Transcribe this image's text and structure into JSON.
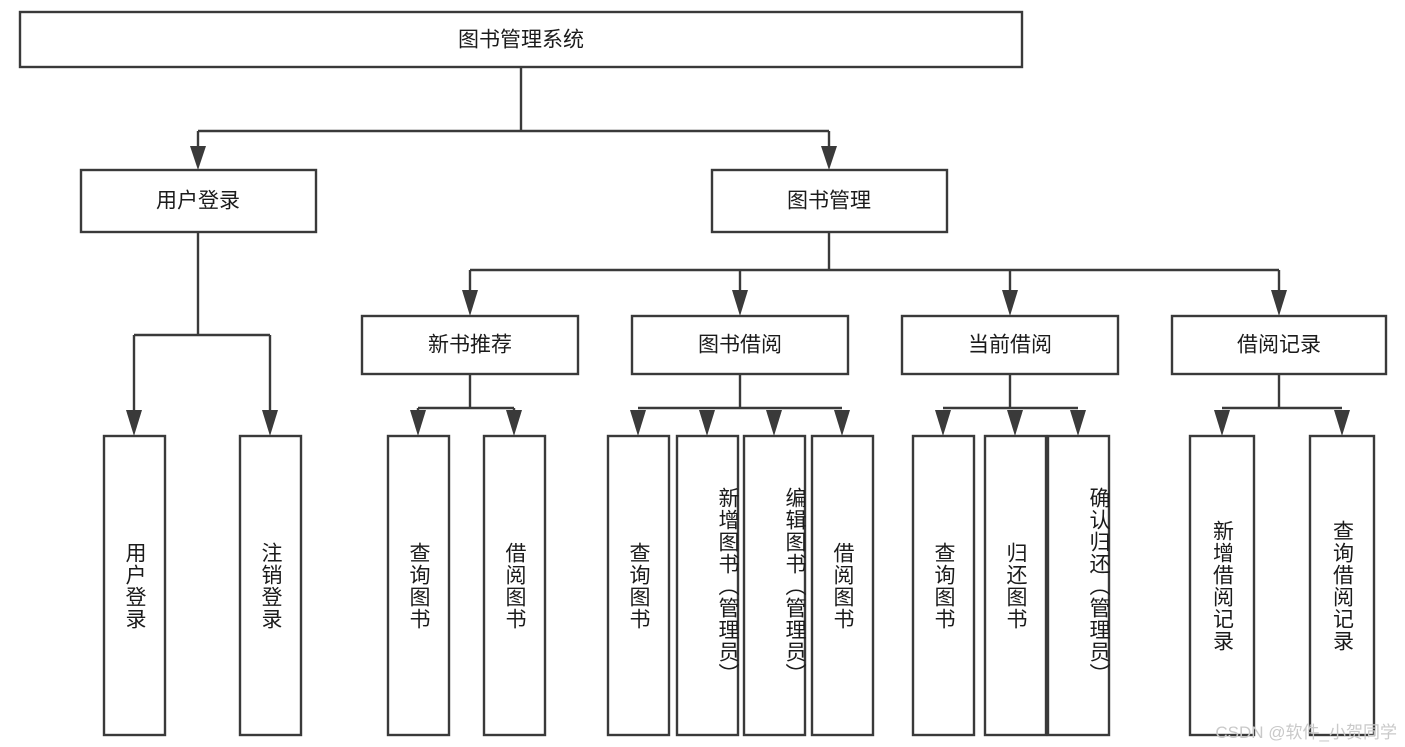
{
  "diagram": {
    "type": "tree",
    "title": "图书管理系统",
    "watermark": "CSDN @软件_小贺同学",
    "root": {
      "id": "root",
      "label": "图书管理系统",
      "orientation": "horizontal"
    },
    "level2": [
      {
        "id": "user-login",
        "label": "用户登录",
        "orientation": "horizontal"
      },
      {
        "id": "book-manage",
        "label": "图书管理",
        "orientation": "horizontal"
      }
    ],
    "level3": [
      {
        "id": "new-book-rec",
        "label": "新书推荐",
        "orientation": "horizontal",
        "parent": "book-manage"
      },
      {
        "id": "book-borrow",
        "label": "图书借阅",
        "orientation": "horizontal",
        "parent": "book-manage"
      },
      {
        "id": "current-borrow",
        "label": "当前借阅",
        "orientation": "horizontal",
        "parent": "book-manage"
      },
      {
        "id": "borrow-record",
        "label": "借阅记录",
        "orientation": "horizontal",
        "parent": "book-manage"
      }
    ],
    "leaves": [
      {
        "id": "leaf-user-login",
        "label": "用户登录",
        "orientation": "vertical",
        "parent": "user-login"
      },
      {
        "id": "leaf-logout",
        "label": "注销登录",
        "orientation": "vertical",
        "parent": "user-login"
      },
      {
        "id": "leaf-query-book-1",
        "label": "查询图书",
        "orientation": "vertical",
        "parent": "new-book-rec"
      },
      {
        "id": "leaf-borrow-book-1",
        "label": "借阅图书",
        "orientation": "vertical",
        "parent": "new-book-rec"
      },
      {
        "id": "leaf-query-book-2",
        "label": "查询图书",
        "orientation": "vertical",
        "parent": "book-borrow"
      },
      {
        "id": "leaf-add-book",
        "label": "新增图书（管理员）",
        "orientation": "vertical",
        "parent": "book-borrow"
      },
      {
        "id": "leaf-edit-book",
        "label": "编辑图书（管理员）",
        "orientation": "vertical",
        "parent": "book-borrow"
      },
      {
        "id": "leaf-borrow-book-2",
        "label": "借阅图书",
        "orientation": "vertical",
        "parent": "book-borrow"
      },
      {
        "id": "leaf-query-book-3",
        "label": "查询图书",
        "orientation": "vertical",
        "parent": "current-borrow"
      },
      {
        "id": "leaf-return-book",
        "label": "归还图书",
        "orientation": "vertical",
        "parent": "current-borrow"
      },
      {
        "id": "leaf-confirm-return",
        "label": "确认归还（管理员）",
        "orientation": "vertical",
        "parent": "current-borrow"
      },
      {
        "id": "leaf-add-record",
        "label": "新增借阅记录",
        "orientation": "vertical",
        "parent": "borrow-record"
      },
      {
        "id": "leaf-query-record",
        "label": "查询借阅记录",
        "orientation": "vertical",
        "parent": "borrow-record"
      }
    ],
    "colors": {
      "box_fill": "#ffffff",
      "box_stroke": "#3a3a3a",
      "text": "#1b1b1b",
      "watermark": "#c9c9c9",
      "background": "#ffffff"
    }
  }
}
